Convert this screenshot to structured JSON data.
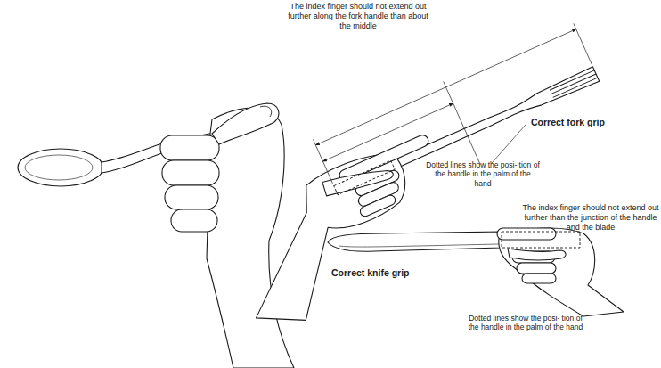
{
  "diagram": {
    "labels": [
      "The index finger should not extend out further along the fork handle than about the middle",
      "Correct fork grip",
      "Dotted lines show the posi- tion of the handle in the palm of the hand",
      "The index finger should not extend out further than the junction of the handle and the blade",
      "Correct knife grip",
      "Dotted lines show the posi- tion of the handle in the palm of the hand"
    ]
  }
}
